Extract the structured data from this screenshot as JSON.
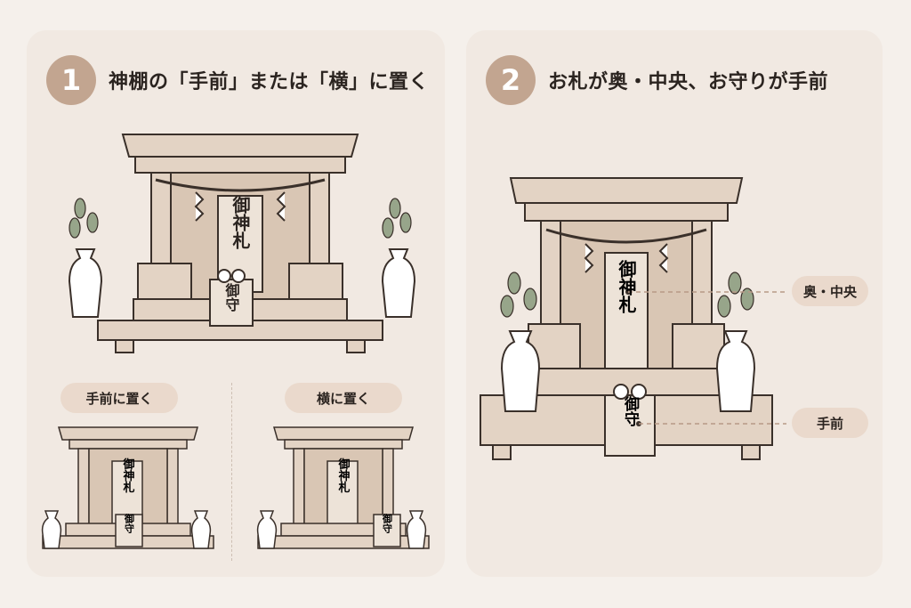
{
  "panel1": {
    "step": "1",
    "title": "神棚の「手前」または「横」に置く",
    "main_ofuda": "御神札",
    "main_omamori": "御守",
    "sub_front": {
      "label": "手前に置く",
      "ofuda": "御神札",
      "omamori": "御守"
    },
    "sub_side": {
      "label": "横に置く",
      "ofuda": "御神札",
      "omamori": "御守"
    }
  },
  "panel2": {
    "step": "2",
    "title": "お札が奥・中央、お守りが手前",
    "ofuda": "御神札",
    "omamori": "御守",
    "callout_back": "奥・中央",
    "callout_front": "手前"
  },
  "colors": {
    "wood": "#e3d3c4",
    "wood_dark": "#cdb8a5",
    "line": "#3a302a",
    "accent": "#c2a590",
    "leaf": "#97a58a"
  }
}
